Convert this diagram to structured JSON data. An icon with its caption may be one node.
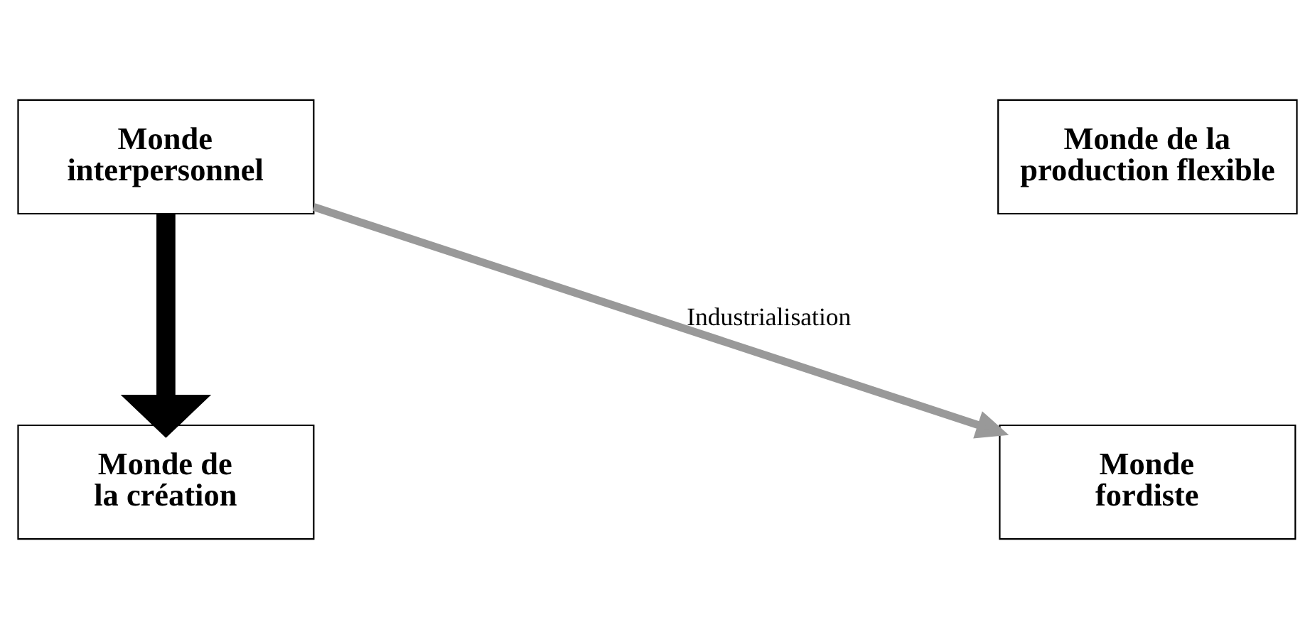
{
  "diagram": {
    "nodes": [
      {
        "text": [
          "Monde interpersonnel"
        ]
      },
      {
        "text": [
          "Monde de la production flexible"
        ]
      },
      {
        "text": [
          "Monde de la création"
        ]
      },
      {
        "text": [
          "Monde fordiste"
        ]
      }
    ],
    "edges": [
      {
        "from": 0,
        "to": 2,
        "arrow": "to",
        "style": "thick"
      },
      {
        "from": 0,
        "to": 3,
        "arrow": "to",
        "label": "Industrialisation",
        "color": "#999999"
      }
    ]
  }
}
